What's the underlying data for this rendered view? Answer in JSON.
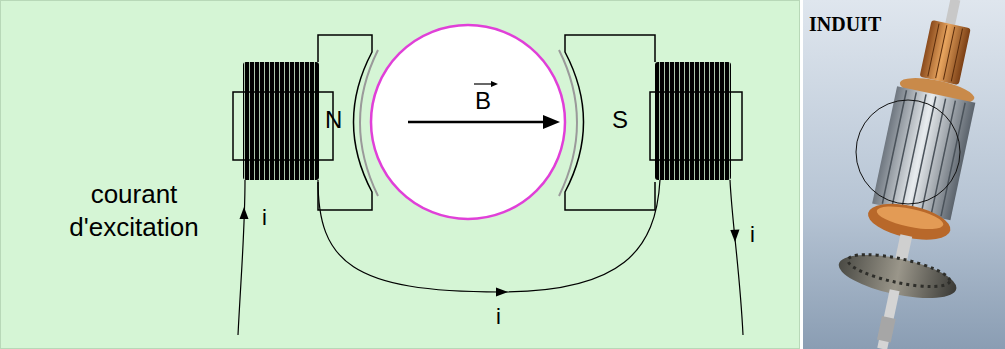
{
  "diagram": {
    "nodes": [
      {
        "text": [
          "B"
        ]
      }
    ],
    "labels": [
      "N",
      "S",
      "courant d'excitation",
      "i",
      "i",
      "i",
      "INDUIT"
    ]
  }
}
